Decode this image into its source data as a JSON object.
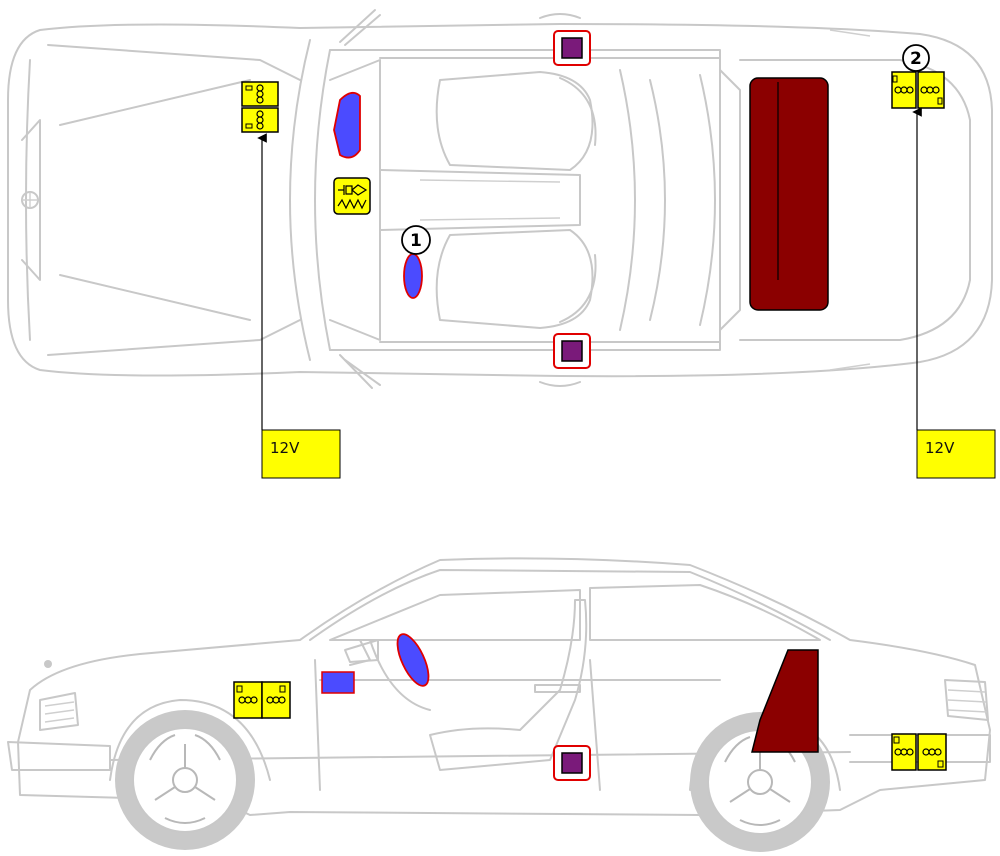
{
  "labels": {
    "voltage_left": "12V",
    "voltage_right": "12V",
    "callout_1": "1",
    "callout_2": "2"
  },
  "colors": {
    "battery": "#ffff00",
    "airbag": "#4b4bff",
    "airbag_outline": "#e00000",
    "sensor": "#7a1a7a",
    "sensor_outline": "#e00000",
    "fuel_tank": "#8b0000",
    "car_outline": "#c8c8c8",
    "leader_line": "#000000"
  },
  "icons": [
    "battery-icon",
    "gas-generator-icon",
    "airbag-icon",
    "crash-sensor-icon",
    "fuel-tank-icon"
  ]
}
